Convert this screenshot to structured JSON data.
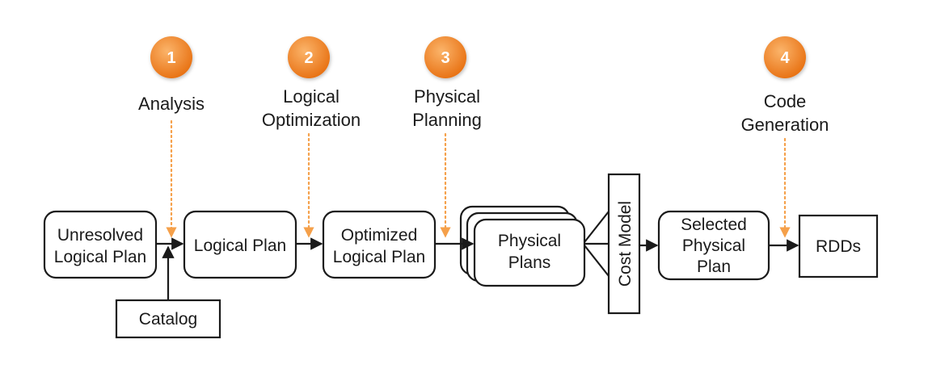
{
  "colors": {
    "badge_light": "#fbb46a",
    "badge_dark": "#e76f10",
    "dotted_arrow": "#f5a04a",
    "line": "#1a1a1a",
    "background": "#ffffff"
  },
  "stages": [
    {
      "number": "1",
      "lines": [
        "Analysis"
      ]
    },
    {
      "number": "2",
      "lines": [
        "Logical",
        "Optimization"
      ]
    },
    {
      "number": "3",
      "lines": [
        "Physical",
        "Planning"
      ]
    },
    {
      "number": "4",
      "lines": [
        "Code",
        "Generation"
      ]
    }
  ],
  "boxes": {
    "unresolved": [
      "Unresolved",
      "Logical Plan"
    ],
    "logical": [
      "Logical Plan"
    ],
    "optimized": [
      "Optimized",
      "Logical Plan"
    ],
    "physical": [
      "Physical",
      "Plans"
    ],
    "cost_model": "Cost Model",
    "selected": [
      "Selected",
      "Physical",
      "Plan"
    ],
    "rdds": [
      "RDDs"
    ],
    "catalog": [
      "Catalog"
    ]
  }
}
